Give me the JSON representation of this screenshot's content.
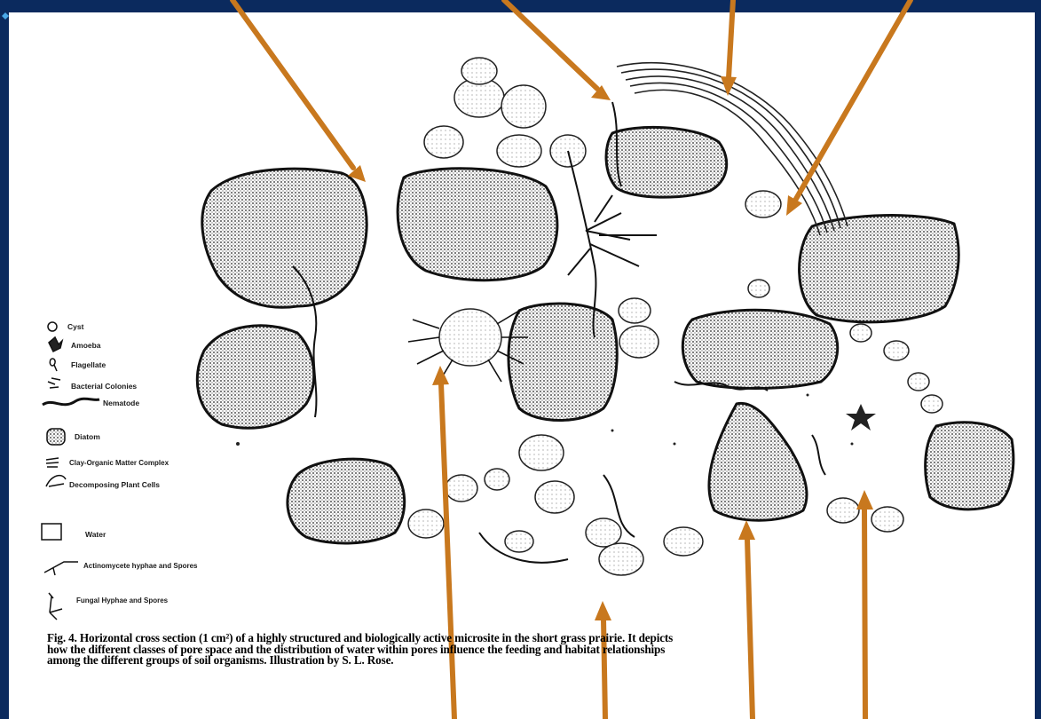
{
  "legend": {
    "items": [
      {
        "icon": "cyst-icon",
        "label": "Cyst"
      },
      {
        "icon": "amoeba-icon",
        "label": "Amoeba"
      },
      {
        "icon": "flagellate-icon",
        "label": "Flagellate"
      },
      {
        "icon": "bacterial-colonies-icon",
        "label": "Bacterial Colonies"
      },
      {
        "icon": "nematode-icon",
        "label": "Nematode"
      },
      {
        "icon": "diatom-icon",
        "label": "Diatom"
      },
      {
        "icon": "clay-organic-matter-icon",
        "label": "Clay-Organic Matter Complex"
      },
      {
        "icon": "plant-cells-icon",
        "label": "Decomposing Plant Cells"
      },
      {
        "icon": "water-icon",
        "label": "Water"
      },
      {
        "icon": "actinomycete-icon",
        "label": "Actinomycete hyphae and Spores"
      },
      {
        "icon": "fungal-hyphae-icon",
        "label": "Fungal Hyphae and Spores"
      }
    ]
  },
  "caption": {
    "line1": "Fig. 4. Horizontal cross section (1 cm²) of a highly structured and biologically active microsite in the short grass prairie. It depicts",
    "line2": "how the different classes of pore space and the distribution of water within pores influence the feeding and habitat relationships",
    "line3": "among the different groups of soil organisms. Illustration by S. L. Rose."
  },
  "colors": {
    "background": "#0b2a5e",
    "arrow": "#c8781e",
    "ink": "#1a1a1a"
  }
}
